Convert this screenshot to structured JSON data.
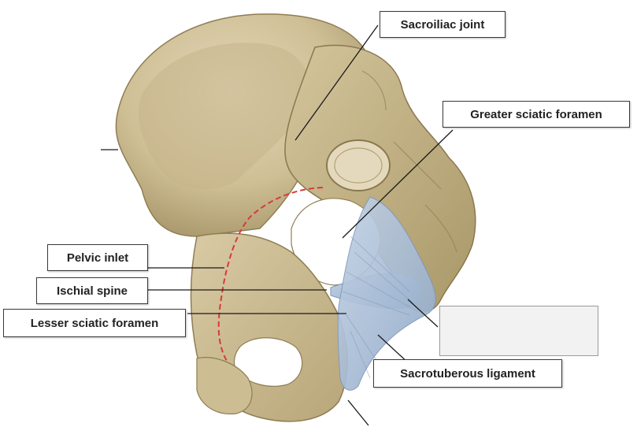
{
  "labels": {
    "sacroiliac_joint": "Sacroiliac joint",
    "greater_sciatic_foramen": "Greater sciatic foramen",
    "pelvic_inlet": "Pelvic inlet",
    "ischial_spine": "Ischial spine",
    "lesser_sciatic_foramen": "Lesser sciatic foramen",
    "sacrotuberous_ligament": "Sacrotuberous ligament",
    "blank_answer": ""
  },
  "colors": {
    "bone_light": "#dccfae",
    "bone_mid": "#c9b98f",
    "bone_shadow": "#a8966a",
    "ligament": "#a9bdd6",
    "pelvic_inlet_dash": "#d83a3a",
    "leader_line": "#1a1a1a"
  }
}
